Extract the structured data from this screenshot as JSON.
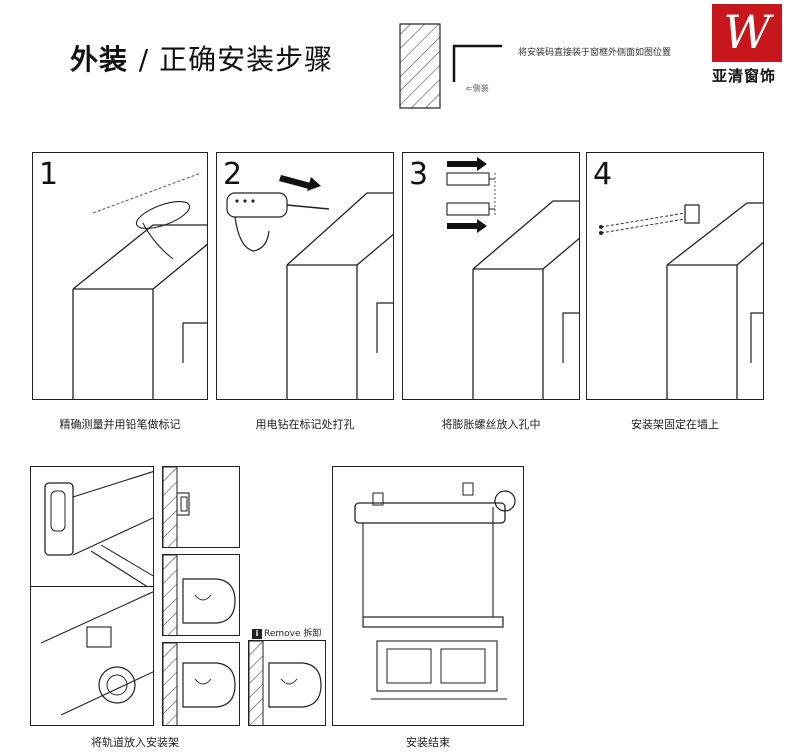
{
  "header": {
    "title_bold": "外装",
    "title_rest": "/ 正确安装步骤",
    "note": "将安装码直接装于窗框外侧面如图位置",
    "side_label": "⇐侧装"
  },
  "logo": {
    "text": "亚清窗饰",
    "brand_color": "#c8161d"
  },
  "steps": [
    {
      "number": "1",
      "caption": "精确测量并用铅笔做标记"
    },
    {
      "number": "2",
      "caption": "用电钻在标记处打孔"
    },
    {
      "number": "3",
      "caption": "将膨胀螺丝放入孔中"
    },
    {
      "number": "4",
      "caption": "安装架固定在墙上"
    }
  ],
  "bottom": {
    "caption_left": "将轨道放入安装架",
    "caption_right": "安装结束",
    "remove_label": "Remove 拆卸",
    "info_icon": "i"
  }
}
